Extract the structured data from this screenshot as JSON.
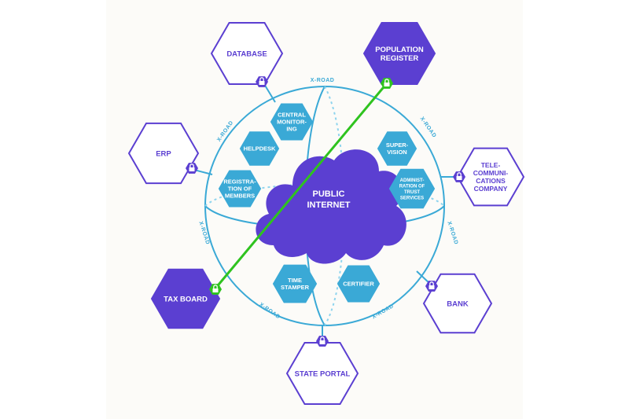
{
  "colors": {
    "primary_purple": "#5b3fd1",
    "cyan": "#3aa9d6",
    "cyan_light": "#8ed4ee",
    "green_link": "#2fc31f",
    "white": "#ffffff"
  },
  "center": {
    "label_lines": [
      "PUBLIC",
      "INTERNET"
    ]
  },
  "inner_services": [
    {
      "name": "central-monitoring",
      "lines": [
        "CENTRAL",
        "MONITOR-",
        "ING"
      ]
    },
    {
      "name": "helpdesk",
      "lines": [
        "HELPDESK"
      ]
    },
    {
      "name": "registration-of-members",
      "lines": [
        "REGISTRA-",
        "TION OF",
        "MEMBERS"
      ]
    },
    {
      "name": "supervision",
      "lines": [
        "SUPER-",
        "VISION"
      ]
    },
    {
      "name": "administration-of-trust-services",
      "lines": [
        "ADMINIST-",
        "RATION OF",
        "TRUST",
        "SERVICES"
      ]
    },
    {
      "name": "time-stamper",
      "lines": [
        "TIME",
        "STAMPER"
      ]
    },
    {
      "name": "certifier",
      "lines": [
        "CERTIFIER"
      ]
    }
  ],
  "outer_members": [
    {
      "name": "database",
      "lines": [
        "DATABASE"
      ],
      "filled": false
    },
    {
      "name": "population-register",
      "lines": [
        "POPULATION",
        "REGISTER"
      ],
      "filled": true
    },
    {
      "name": "erp",
      "lines": [
        "ERP"
      ],
      "filled": false
    },
    {
      "name": "telecommunications-company",
      "lines": [
        "TELE-",
        "COMMUNI-",
        "CATIONS",
        "COMPANY"
      ],
      "filled": false
    },
    {
      "name": "tax-board",
      "lines": [
        "TAX BOARD"
      ],
      "filled": true
    },
    {
      "name": "bank",
      "lines": [
        "BANK"
      ],
      "filled": false
    },
    {
      "name": "state-portal",
      "lines": [
        "STATE PORTAL"
      ],
      "filled": false
    }
  ],
  "road_label": "X-ROAD",
  "icons": [
    "lock-icon"
  ]
}
